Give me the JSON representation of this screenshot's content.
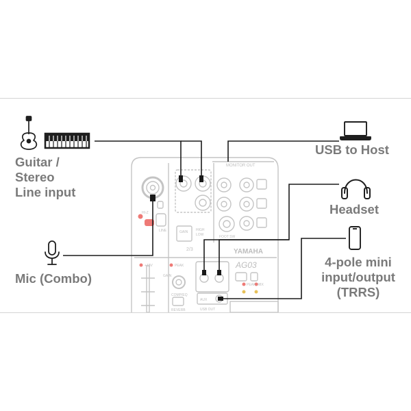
{
  "labels": {
    "guitar": [
      "Guitar /",
      "Stereo",
      "Line input"
    ],
    "mic": "Mic (Combo)",
    "usb": "USB to Host",
    "headset": "Headset",
    "trrs": [
      "4-pole mini",
      "input/output",
      "(TRRS)"
    ]
  },
  "device": {
    "brand": "YAMAHA",
    "model": "AG03",
    "monitor_out": "MONITOR OUT",
    "hi_z": "HI-Z",
    "line": "LINE",
    "gain": "GAIN",
    "gain_hi": "HIGH",
    "gain_lo": "LOW",
    "ch23": "2/3",
    "foot_sw": "FOOT SW",
    "phantom": "+48V",
    "peak": "PEAK",
    "aux": "AUX",
    "usb_out": "USB OUT",
    "comp_eq": "COMP/EQ",
    "reverb": "REVERB",
    "mix": "MIX"
  },
  "colors": {
    "line": "#1a1a1a",
    "device": "#c4c4c4",
    "label": "#7a7a7a",
    "icon": "#1e1e1e",
    "accent": "#e0605b",
    "accent2": "#e8c25a"
  }
}
